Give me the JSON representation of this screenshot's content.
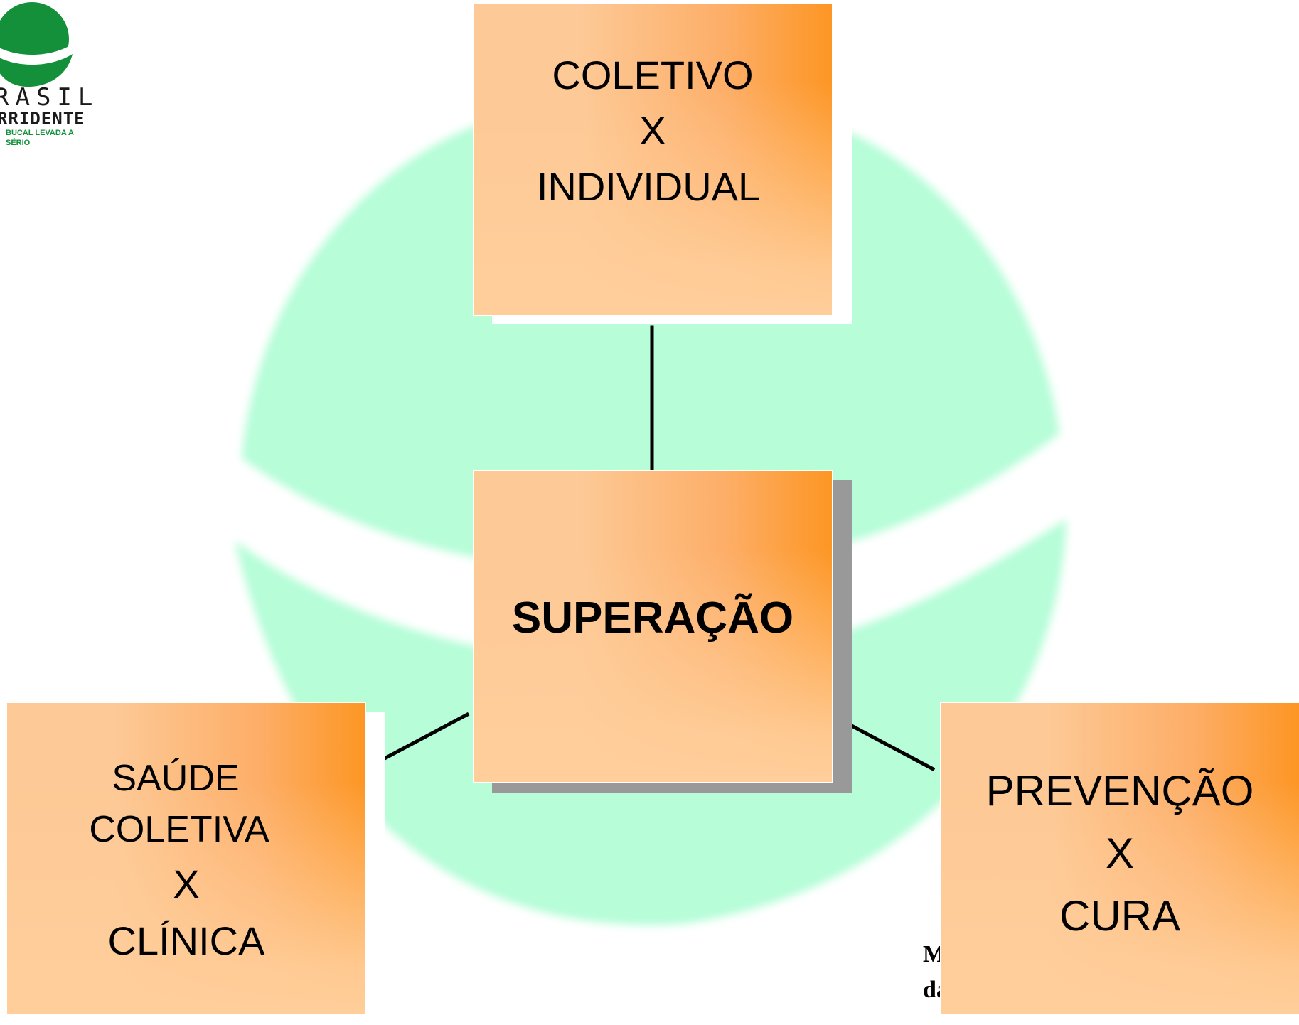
{
  "logo": {
    "line1": "RASIL",
    "line2": "RRIDENTE",
    "line3": "BUCAL LEVADA A SÉRIO",
    "colors": {
      "green": "#139039",
      "dark": "#1b1b1b"
    }
  },
  "center": {
    "label": "SUPERAÇÃO"
  },
  "top": {
    "line1": "COLETIVO",
    "line2": "X",
    "line3": "INDIVIDUAL"
  },
  "bottom_left": {
    "line1": "SAÚDE",
    "line2": "COLETIVA",
    "line3": "X",
    "line4": "CLÍNICA"
  },
  "bottom_right": {
    "line1": "PREVENÇÃO",
    "line2": "X",
    "line3": "CURA"
  },
  "footer": {
    "line1": "M",
    "line2": "da"
  },
  "colors": {
    "watermark": "#b6fdd8",
    "box_light": "#fdc996",
    "box_dark": "#fd9624",
    "shadow": "#999999"
  }
}
